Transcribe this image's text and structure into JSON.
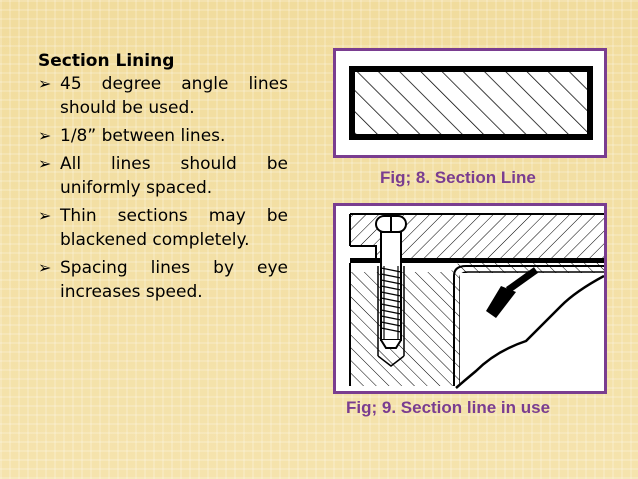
{
  "section": {
    "heading": "Section Lining",
    "bullets": [
      {
        "text": "45 degree angle lines should be used."
      },
      {
        "text": "1/8” between lines."
      },
      {
        "text": "All lines should be uniformly spaced."
      },
      {
        "text": "Thin sections may be blackened completely."
      },
      {
        "text": "Spacing lines by eye increases speed."
      }
    ]
  },
  "figures": {
    "fig8_caption": "Fig; 8. Section Line",
    "fig9_caption": "Fig; 9. Section line  in use"
  },
  "colors": {
    "background": "#f3dfa3",
    "accent": "#7a3d90",
    "text": "#000000"
  },
  "icons": {
    "bullet": "arrowhead-icon"
  }
}
